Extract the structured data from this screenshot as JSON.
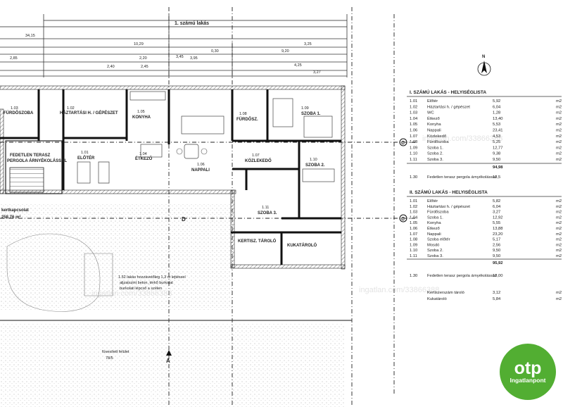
{
  "header": {
    "title": "1. számú lakás"
  },
  "dimensions_top": [
    "34,15",
    "10,29",
    "3,25",
    "0,30",
    "2,85",
    "2,20",
    "3,95",
    "2,45",
    "3,45",
    "9,20",
    "4,25",
    "2,40",
    "3,27"
  ],
  "rooms": [
    {
      "num": "1.02",
      "name": "HÁZTARTÁSI H. / GÉPÉSZET"
    },
    {
      "num": "1.05",
      "name": "KONYHA"
    },
    {
      "num": "1.04",
      "name": "ÉTKEZŐ"
    },
    {
      "num": "1.06",
      "name": "NAPPALI"
    },
    {
      "num": "1.01",
      "name": "ELŐTÉR"
    },
    {
      "num": "1.08",
      "name": "FÜRDŐSZ."
    },
    {
      "num": "1.09",
      "name": "SZOBA 1."
    },
    {
      "num": "1.07",
      "name": "KÖZLEKEDŐ"
    },
    {
      "num": "1.10",
      "name": "SZOBA 2."
    },
    {
      "num": "1.11",
      "name": "SZOBA 3."
    },
    {
      "num": "1.03",
      "name": "FÜRDŐSZOBA"
    },
    {
      "num": "",
      "name": "FEDETLEN TERASZ"
    },
    {
      "num": "",
      "name": "PERGOLA ÁRNYÉKOLÁSSAL"
    },
    {
      "num": "",
      "name": "KERTISZ. TÁROLÓ"
    },
    {
      "num": "",
      "name": "KUKATÁROLÓ"
    }
  ],
  "annotations": {
    "garden_area": "258,76 m²",
    "garden_label": "kertkapcsolat",
    "paving_note": "1.52 lakás hozzávetőleg 1,3 m lejtéssel",
    "paving_note2": "aljzatszint beton, térkő burkolat",
    "paving_note3": "burkolati lépcső a szélen",
    "lawn_label": "füvesített felület",
    "lawn_value": "78/5",
    "section_a": "A",
    "section_c": "C",
    "section_d": "D",
    "north": "N"
  },
  "watermarks": [
    "ingatlan.com/33866388",
    "ingatlan.com/33866388",
    "ingatlan.com/33866388"
  ],
  "schedule1": {
    "title": "I. SZÁMÚ LAKÁS - HELYISÉGLISTA",
    "rows": [
      {
        "no": "1.01",
        "name": "Előtér",
        "area": "5,92",
        "unit": "m2"
      },
      {
        "no": "1.02",
        "name": "Háztartási h. / gépészet",
        "area": "6,04",
        "unit": "m2"
      },
      {
        "no": "1.03",
        "name": "WC",
        "area": "1,28",
        "unit": "m2"
      },
      {
        "no": "1.04",
        "name": "Étkező",
        "area": "13,40",
        "unit": "m2"
      },
      {
        "no": "1.05",
        "name": "Konyha",
        "area": "5,53",
        "unit": "m2"
      },
      {
        "no": "1.06",
        "name": "Nappali",
        "area": "23,41",
        "unit": "m2"
      },
      {
        "no": "1.07",
        "name": "Közlekedő",
        "area": "4,53",
        "unit": "m2"
      },
      {
        "no": "1.08",
        "name": "Fürdőszoba",
        "area": "5,25",
        "unit": "m2"
      },
      {
        "no": "1.09",
        "name": "Szoba 1.",
        "area": "12,77",
        "unit": "m2"
      },
      {
        "no": "1.10",
        "name": "Szoba 2.",
        "area": "9,38",
        "unit": "m2"
      },
      {
        "no": "1.11",
        "name": "Szoba 3.",
        "area": "9,50",
        "unit": "m2"
      }
    ],
    "total": "94,98",
    "terrace_no": "1.30",
    "terrace_name": "Fedetlen terasz pergola árnyékolással",
    "terrace_area": "13,5"
  },
  "schedule2": {
    "title": "II. SZÁMÚ LAKÁS - HELYISÉGLISTA",
    "rows": [
      {
        "no": "1.01",
        "name": "Előtér",
        "area": "5,82",
        "unit": "m2"
      },
      {
        "no": "1.02",
        "name": "Háztartási h. / gépészet",
        "area": "6,04",
        "unit": "m2"
      },
      {
        "no": "1.03",
        "name": "Fürdőszoba",
        "area": "3,27",
        "unit": "m2"
      },
      {
        "no": "1.04",
        "name": "Szoba 1.",
        "area": "12,92",
        "unit": "m2"
      },
      {
        "no": "1.05",
        "name": "Konyha",
        "area": "5,55",
        "unit": "m2"
      },
      {
        "no": "1.06",
        "name": "Étkező",
        "area": "13,88",
        "unit": "m2"
      },
      {
        "no": "1.07",
        "name": "Nappali",
        "area": "23,20",
        "unit": "m2"
      },
      {
        "no": "1.08",
        "name": "Szoba előtér",
        "area": "5,17",
        "unit": "m2"
      },
      {
        "no": "1.09",
        "name": "Mosdó",
        "area": "2,56",
        "unit": "m2"
      },
      {
        "no": "1.10",
        "name": "Szoba 2.",
        "area": "9,50",
        "unit": "m2"
      },
      {
        "no": "1.11",
        "name": "Szoba 3.",
        "area": "9,50",
        "unit": "m2"
      }
    ],
    "total": "95,92",
    "terrace_no": "1.30",
    "terrace_name": "Fedetlen terasz pergola árnyékolással",
    "terrace_area": "13,00",
    "extra": [
      {
        "name": "Kertiszerszám tároló",
        "area": "3,12",
        "unit": "m2"
      },
      {
        "name": "Kukatároló",
        "area": "5,84",
        "unit": "m2"
      }
    ]
  },
  "logo": {
    "main": "otp",
    "sub": "Ingatlanpont",
    "color": "#52ae32"
  }
}
